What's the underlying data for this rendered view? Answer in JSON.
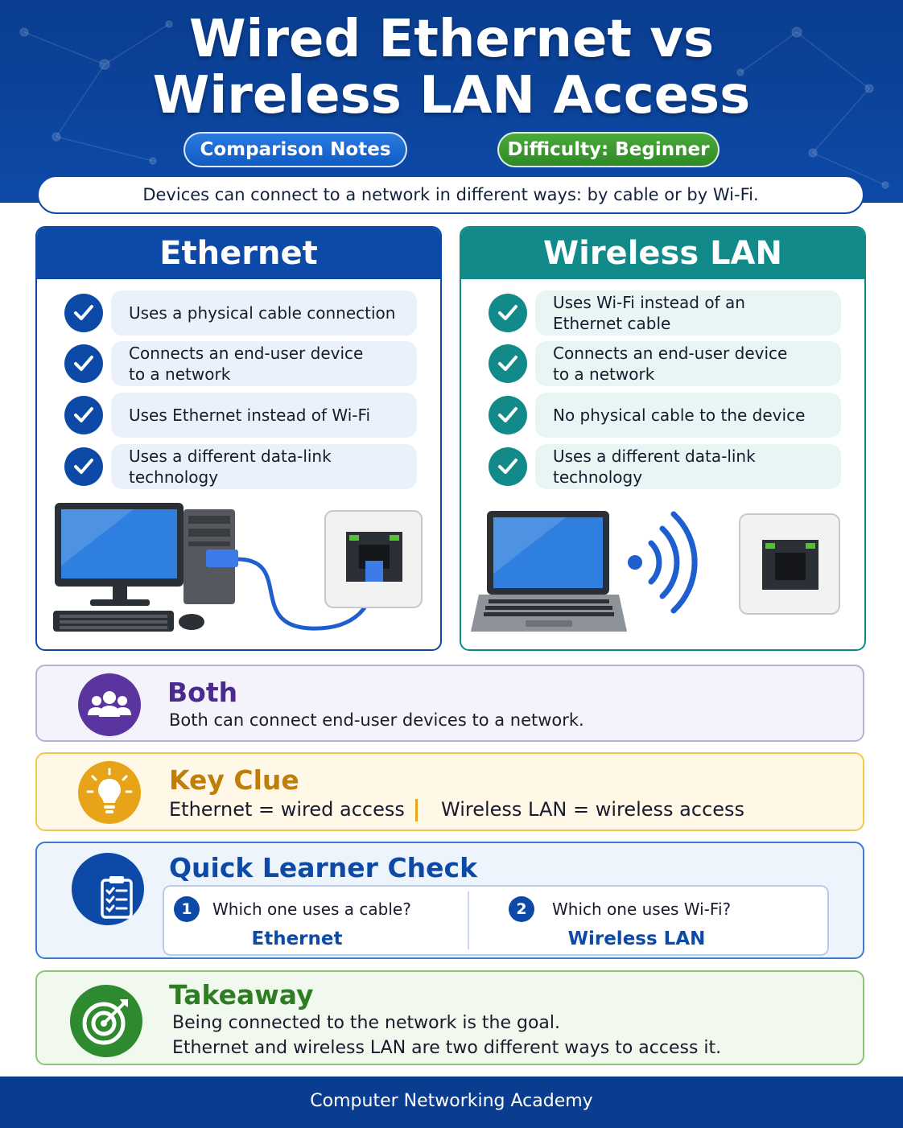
{
  "header": {
    "title_line1": "Wired Ethernet vs",
    "title_line2": "Wireless LAN Access",
    "badge_left": "Comparison Notes",
    "badge_right": "Difficulty: Beginner"
  },
  "intro": "Devices can connect to a network in different ways: by cable or by Wi-Fi.",
  "ethernet": {
    "title": "Ethernet",
    "items": [
      {
        "line1": "Uses a physical cable connection",
        "line2": ""
      },
      {
        "line1": "Connects an end-user device",
        "line2": "to a network"
      },
      {
        "line1": "Uses Ethernet instead of Wi-Fi",
        "line2": ""
      },
      {
        "line1": "Uses a different data-link",
        "line2": "technology"
      }
    ]
  },
  "wireless": {
    "title": "Wireless LAN",
    "items": [
      {
        "line1": "Uses Wi-Fi instead of an",
        "line2": "Ethernet cable"
      },
      {
        "line1": "Connects an end-user device",
        "line2": "to a network"
      },
      {
        "line1": "No physical cable to the device",
        "line2": ""
      },
      {
        "line1": "Uses a different data-link",
        "line2": "technology"
      }
    ]
  },
  "both": {
    "title": "Both",
    "text": "Both can connect end-user devices to a network."
  },
  "key_clue": {
    "title": "Key Clue",
    "left": "Ethernet = wired access",
    "right": "Wireless LAN = wireless access"
  },
  "quick_check": {
    "title": "Quick Learner Check",
    "questions": [
      {
        "number": "1",
        "question": "Which one uses a cable?",
        "answer": "Ethernet"
      },
      {
        "number": "2",
        "question": "Which one uses Wi-Fi?",
        "answer": "Wireless LAN"
      }
    ]
  },
  "takeaway": {
    "title": "Takeaway",
    "line1": "Being connected to the network is the goal.",
    "line2": "Ethernet and wireless LAN are two different ways to access it."
  },
  "footer": "Computer Networking Academy",
  "colors": {
    "primary_blue": "#0d4aa8",
    "teal": "#128a8a",
    "purple": "#5a35a0",
    "amber": "#e8a418",
    "green": "#2e8a2e"
  },
  "icons": [
    "check-icon",
    "people-icon",
    "lightbulb-icon",
    "clipboard-icon",
    "target-icon",
    "wifi-icon",
    "ethernet-port-icon",
    "desktop-computer-icon",
    "laptop-icon"
  ]
}
